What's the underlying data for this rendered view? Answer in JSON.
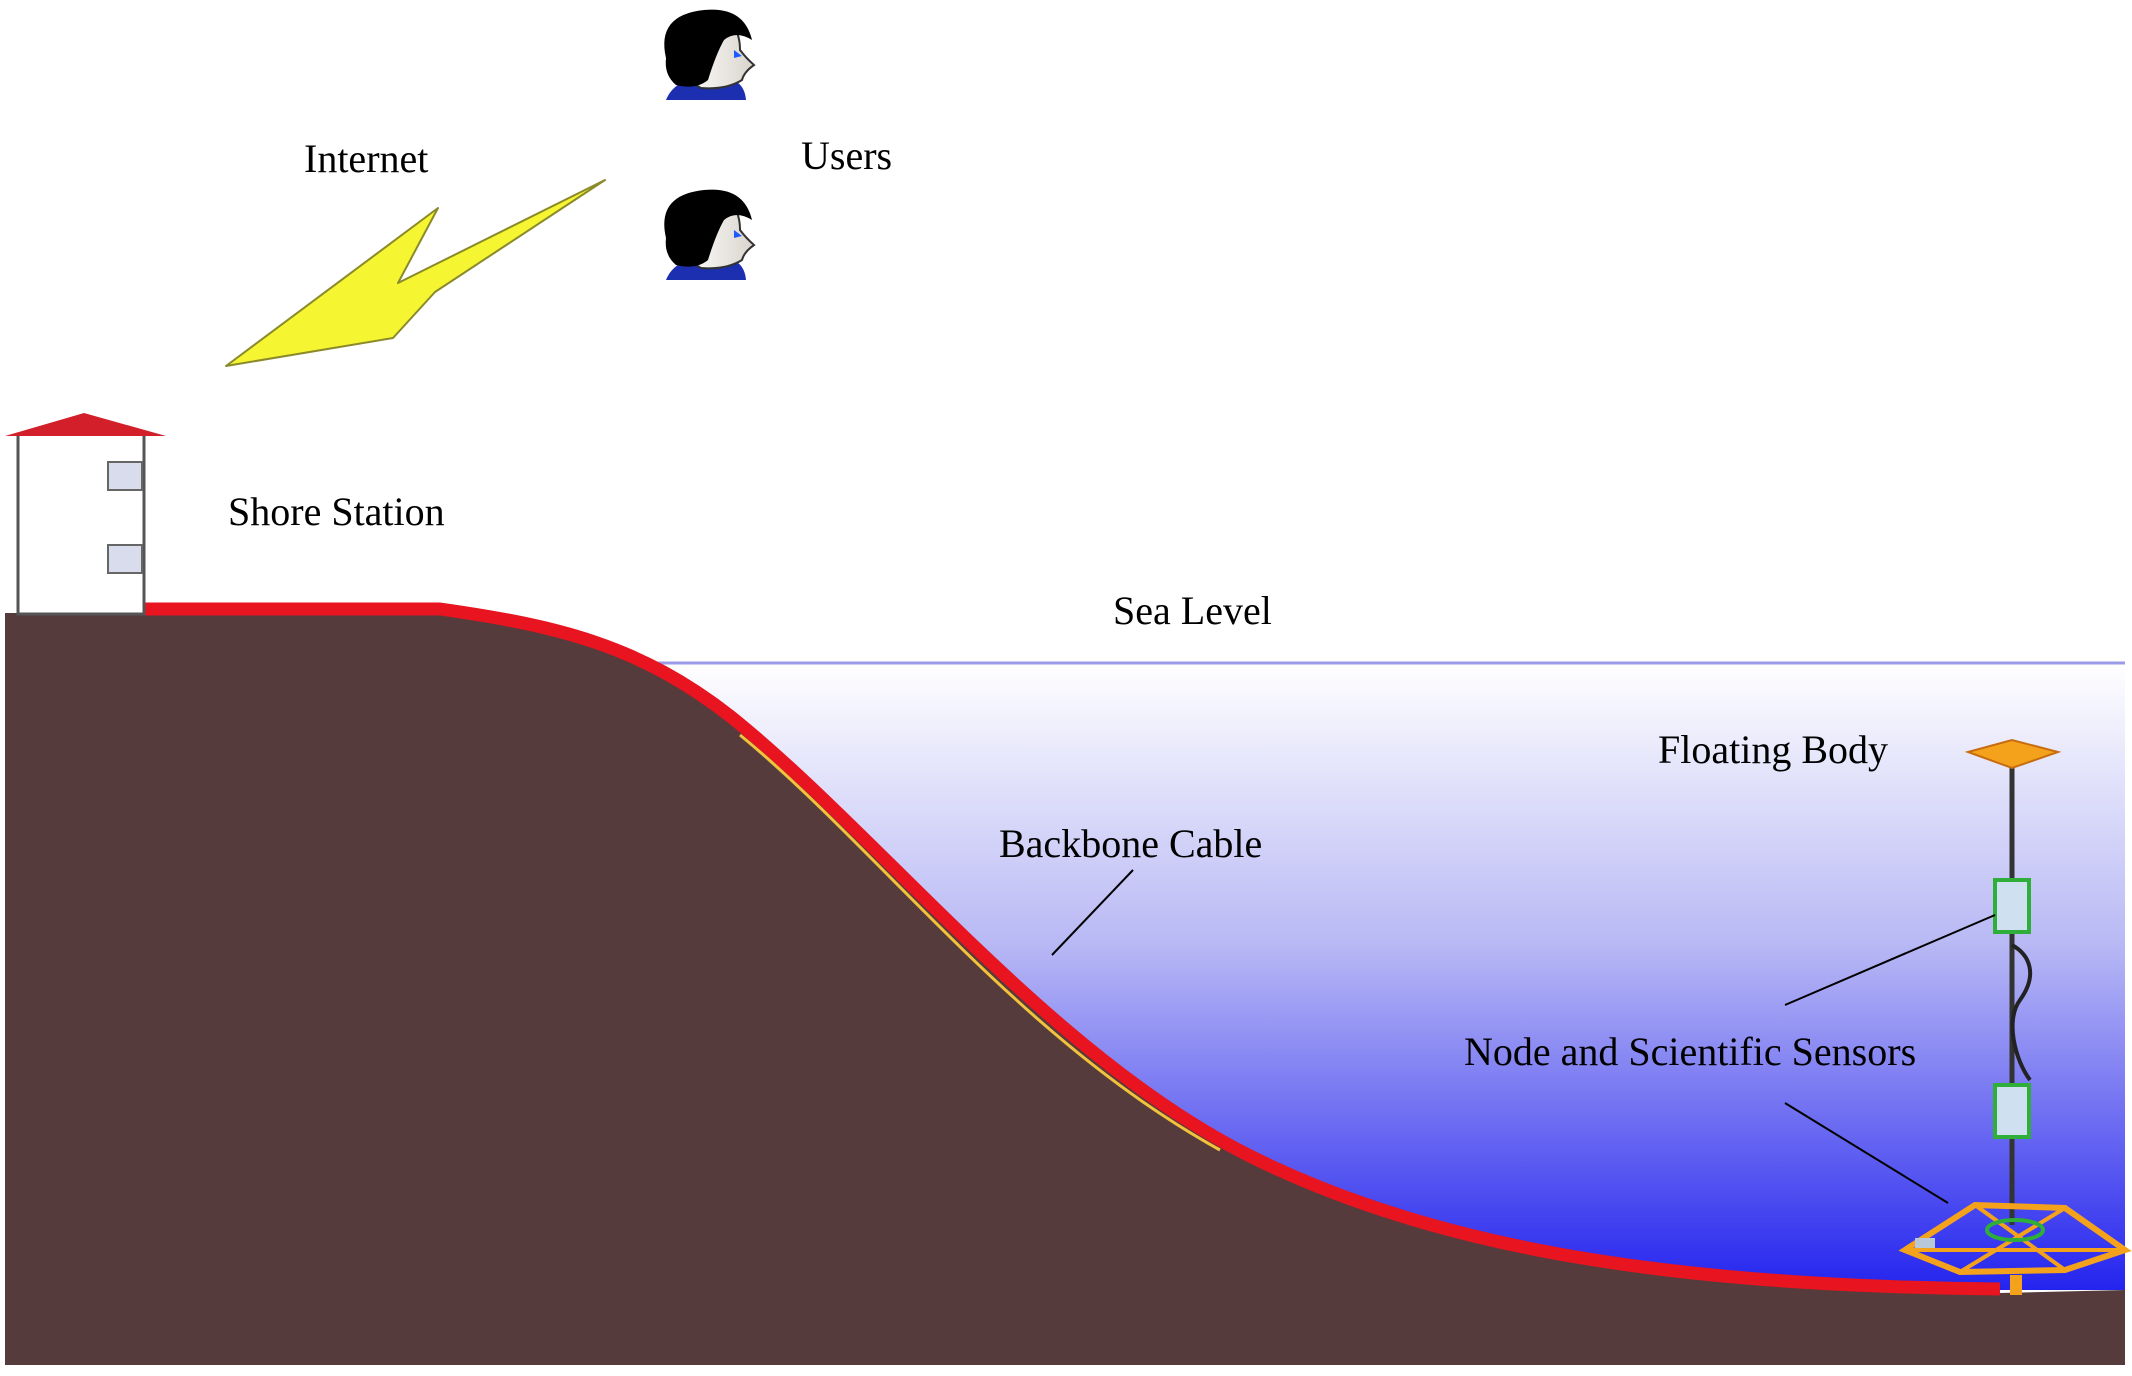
{
  "labels": {
    "internet": "Internet",
    "users": "Users",
    "shore_station": "Shore Station",
    "sea_level": "Sea Level",
    "floating_body": "Floating Body",
    "backbone_cable": "Backbone Cable",
    "node_sensors": "Node and Scientific Sensors"
  },
  "colors": {
    "ground": "#553b3b",
    "cable": "#e8141f",
    "sea_top": "#ffffff",
    "sea_bottom": "#2020ee",
    "sea_line": "#9a9ae8",
    "roof": "#d21f2a",
    "lightning": "#f5f531",
    "user_hair": "#000000",
    "user_shirt": "#1b2fb0",
    "float": "#f4a21c",
    "sensor_frame": "#2fae3a"
  }
}
